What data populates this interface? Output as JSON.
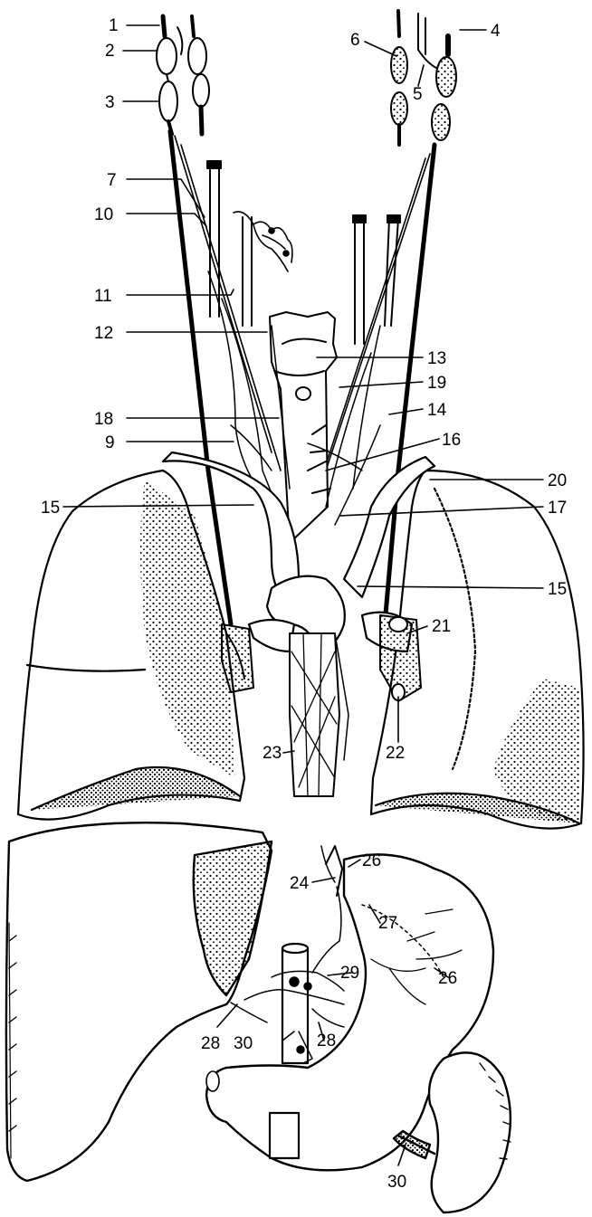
{
  "labels": {
    "l1": "1",
    "l2": "2",
    "l3": "3",
    "l4": "4",
    "l5": "5",
    "l6": "6",
    "l7": "7",
    "l10": "10",
    "l11": "11",
    "l12": "12",
    "l13": "13",
    "l19": "19",
    "l14": "14",
    "l18": "18",
    "l9": "9",
    "l16": "16",
    "l20": "20",
    "l15a": "15",
    "l17": "17",
    "l15b": "15",
    "l21": "21",
    "l22": "22",
    "l23": "23",
    "l24": "24",
    "l26a": "26",
    "l27": "27",
    "l29": "29",
    "l26b": "26",
    "l28a": "28",
    "l30a": "30",
    "l28b": "28",
    "l30b": "30"
  },
  "colors": {
    "ink": "#000000",
    "paper": "#ffffff"
  }
}
